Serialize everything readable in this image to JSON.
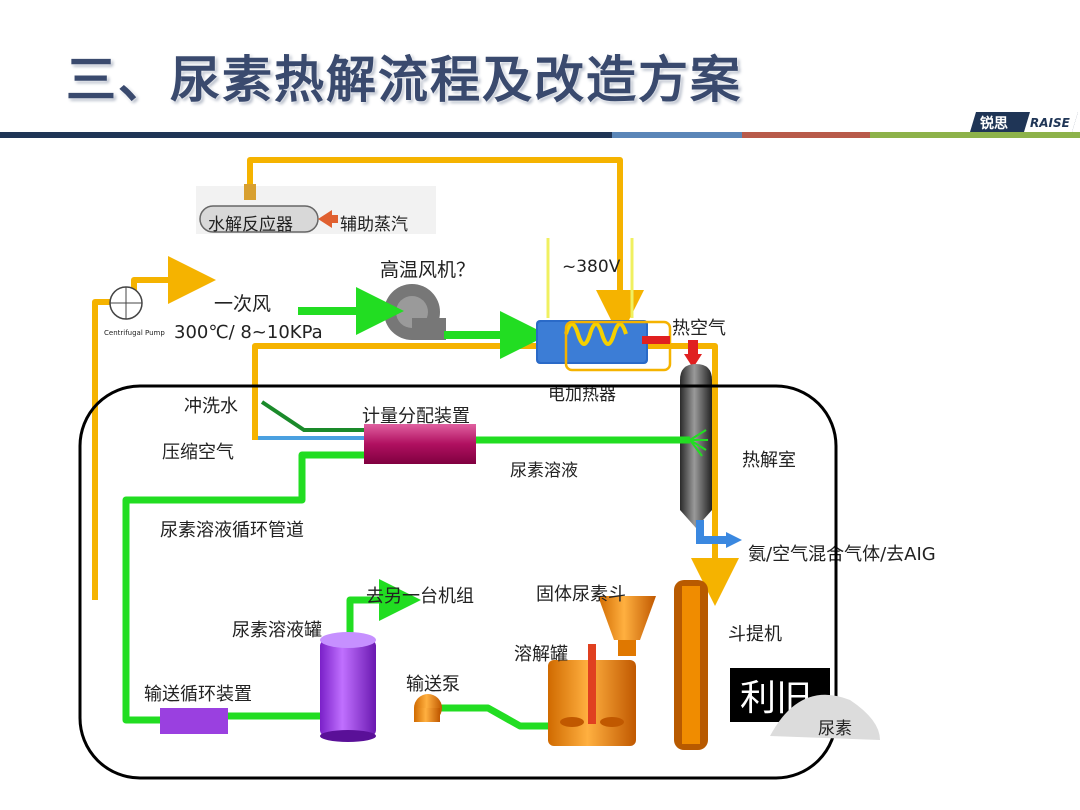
{
  "title": "三、尿素热解流程及改造方案",
  "logo": {
    "cn": "锐思",
    "en": "RAISE"
  },
  "labels": {
    "hydrolysis_reactor": "水解反应器",
    "aux_steam": "辅助蒸汽",
    "hot_fan": "高温风机？",
    "voltage": "~380V",
    "primary_air": "一次风",
    "primary_air_params": "300℃/ 8~10KPa",
    "centrifugal_pump": "Centrifugal Pump",
    "hot_air": "热空气",
    "electric_heater": "电加热器",
    "flush_water": "冲洗水",
    "metering": "计量分配装置",
    "compressed_air": "压缩空气",
    "urea_solution": "尿素溶液",
    "decomposition_chamber": "热解室",
    "ammonia_air": "氨/空气混合气体/去AIG",
    "circulation_pipe": "尿素溶液循环管道",
    "to_other_unit": "去另一台机组",
    "solid_urea_hopper": "固体尿素斗",
    "bucket_elevator": "斗提机",
    "urea_tank": "尿素溶液罐",
    "dissolving_tank": "溶解罐",
    "transfer_pump": "输送泵",
    "transfer_circ": "输送循环装置",
    "reuse": "利旧",
    "urea": "尿素"
  },
  "colors": {
    "title": "#3a4a6e",
    "yellow_line": "#f5b300",
    "green_line": "#22dd22",
    "red_arrow": "#e02020",
    "metering_device": "#c8206e",
    "tank": "#9a40e0",
    "orange_equipment": "#f08c00"
  }
}
